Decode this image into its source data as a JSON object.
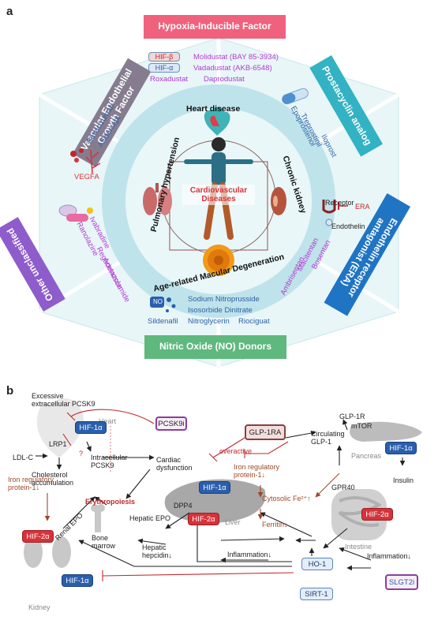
{
  "panel_a": {
    "letter": "a",
    "banners": {
      "top": "Hypoxia-Inducible Factor",
      "top_left": "Vascular Endothelial Growth Factor",
      "top_right": "Prostacyclin analog",
      "bottom_left": "Other unclassified",
      "bottom_right": "Endothelin receptor antagonist (ERA)",
      "bottom": "Nitric Oxide (NO) Donors"
    },
    "hif_drugs": {
      "hif_b": "HIF-β",
      "hif_a": "HIF-α",
      "molidustat": "Molidustat (BAY 85-3934)",
      "vadadustat": "Vadadustat (AKB-6548)",
      "roxadustat": "Roxadustat",
      "daprodustat": "Daprodustat"
    },
    "vegf_drugs": {
      "bevacizumab": "Bevacizumab",
      "aflibercept": "Aflibercept",
      "vegfa": "VEGFA"
    },
    "prostacyclin_drugs": {
      "treprostinil": "Treprostinil",
      "epoprostenol": "Epoprostenol",
      "iloprost": "Iloprost"
    },
    "other_drugs": {
      "ivabradine": "Ivabradine",
      "ranolazine": "Ranolazine",
      "regadenoson": "Regadenoson",
      "acetazolamide": "Acetazolamide"
    },
    "era_drugs": {
      "receptor": "Receptor",
      "era": "ERA",
      "endothelin": "Endothelin",
      "macitentan": "Macitentan",
      "bosentan": "Bosentan",
      "ambrisentan": "Ambrisentan"
    },
    "no_drugs": {
      "no": "NO",
      "sildenafil": "Sildenafil",
      "line1": "Sodium Nitroprusside",
      "line2": "Isosorbide Dinitrate",
      "line3a": "Nitroglycerin",
      "line3b": "Riociguat"
    },
    "diseases": {
      "heart": "Heart disease",
      "kidney": "Chronic kidney",
      "amd": "Age-related Macular Degeneration",
      "ph": "Pulmonary hypertension",
      "center": "Cardiovascular Diseases"
    }
  },
  "panel_b": {
    "letter": "b",
    "excessive": "Excessive extracellular PCSK9",
    "lrp1": "LRP1",
    "ldlc": "LDL-C",
    "cholesterol": "Cholesterol accumulation",
    "intracellular": "Intracellular PCSK9",
    "heart": "Heart",
    "q": "?",
    "pcsk9i": "PCSK9i",
    "cardiac": "Cardiac dysfunction",
    "hif1a": "HIF-1α",
    "hif2a": "HIF-2α",
    "glp1ra": "GLP-1RA",
    "circulating": "Circulating GLP-1",
    "glp1r": "GLP-1R",
    "mtor": "mTOR",
    "pancreas": "Pancreas",
    "insulin": "Insulin",
    "overactive": "overactive",
    "irp_liver": "Iron regulatory protein-1↓",
    "irp_kidney": "Iron regulatory protein-1↓",
    "erythropoiesis": "Erythropoiesis",
    "dpp4": "DPP4",
    "hepatic_epo": "Hepatic EPO",
    "liver": "Liver",
    "cytosolic": "Cytosolic Fe²⁺↑",
    "ferritin": "Ferritin↓",
    "gpr40": "GPR40",
    "intestine": "Intestine",
    "renal_epo": "Renal EPO",
    "bone_marrow": "Bone marrow",
    "hepatic_hepcidin": "Hepatic hepcidin↓",
    "inflammation_mid": "Inflammation↓",
    "inflammation_right": "Inflammation↓",
    "ho1": "HO-1",
    "sirt1": "SIRT-1",
    "slgt2i": "SLGT2i",
    "kidney": "Kidney"
  },
  "colors": {
    "hif_banner": "#f0617d",
    "vegf_banner": "#857d8f",
    "prosta_banner": "#33b2c3",
    "other_banner": "#8f5ccc",
    "era_banner": "#1f74c4",
    "no_banner": "#5fb87e",
    "drug_purple": "#b33ad1",
    "drug_blue": "#2d5fa8",
    "inhibit_red": "#c0282d"
  }
}
